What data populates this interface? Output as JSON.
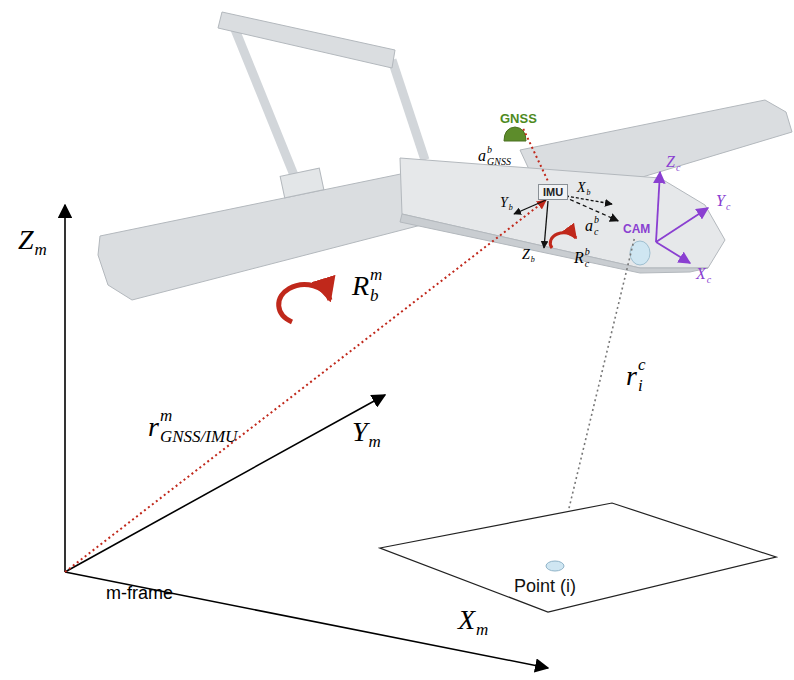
{
  "diagram": {
    "nodes": [
      {
        "text": [
          "GNSS"
        ]
      },
      {
        "text": [
          "IMU"
        ]
      },
      {
        "text": [
          "CAM"
        ]
      },
      {
        "text": [
          "Point (i)"
        ]
      }
    ],
    "edges": [
      {
        "from": 0,
        "to": 1,
        "arrow": "none"
      },
      {
        "from": 1,
        "to": 2,
        "arrow": "to"
      },
      {
        "from": 2,
        "to": 3,
        "arrow": "to"
      }
    ],
    "labels": [
      "Z",
      "m",
      "Y",
      "m",
      "X",
      "m",
      "m-frame",
      "r",
      "m",
      "GNSS/IMU",
      "R",
      "m",
      "b",
      "a",
      "b",
      "GNSS",
      "X",
      "b",
      "Y",
      "b",
      "Z",
      "b",
      "a",
      "b",
      "c",
      "R",
      "b",
      "c",
      "Z",
      "c",
      "Y",
      "c",
      "X",
      "c",
      "r",
      "c",
      "i"
    ]
  }
}
